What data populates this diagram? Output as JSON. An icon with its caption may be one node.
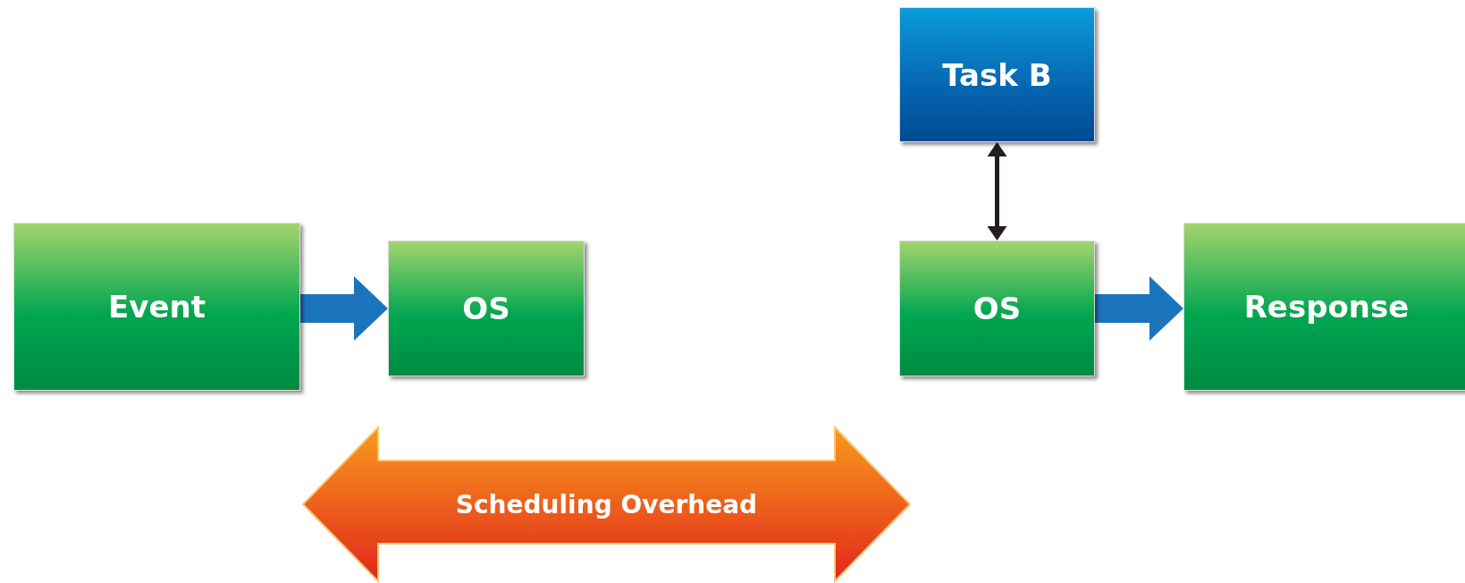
{
  "diagram": {
    "nodes": [
      {
        "text": [
          "Event"
        ]
      },
      {
        "text": [
          "OS"
        ]
      },
      {
        "text": [
          "Task B"
        ]
      },
      {
        "text": [
          "OS"
        ]
      },
      {
        "text": [
          "Response"
        ]
      },
      {
        "text": [
          "Scheduling Overhead"
        ]
      }
    ],
    "edges": [
      {
        "from": 0,
        "to": 1,
        "arrow": "to",
        "style": "thick"
      },
      {
        "from": 2,
        "to": 3,
        "arrow": "both",
        "color": "#231f20"
      },
      {
        "from": 3,
        "to": 4,
        "arrow": "to",
        "style": "thick"
      }
    ]
  }
}
